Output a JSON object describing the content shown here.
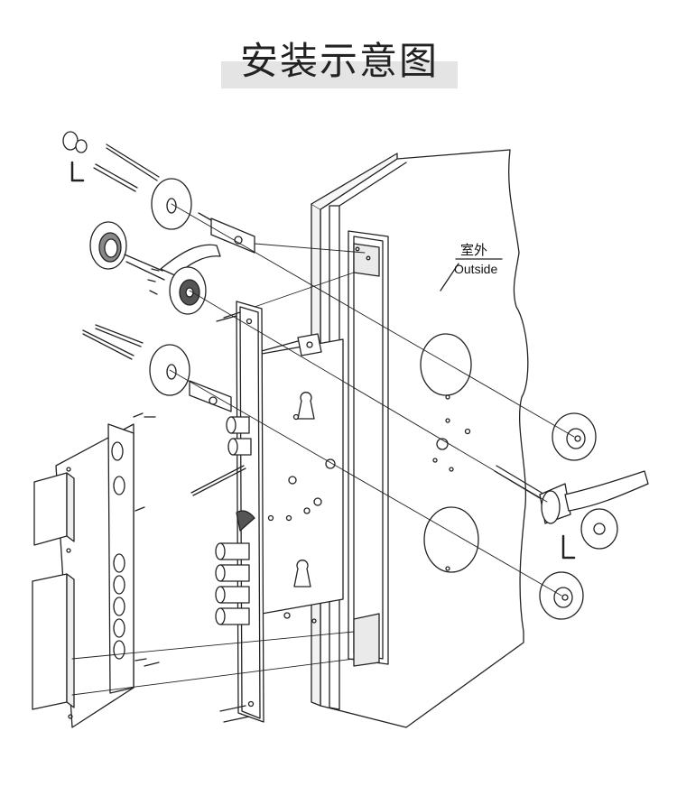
{
  "title": "安装示意图",
  "labels": {
    "outside_cn": "室外",
    "outside_en": "Outside"
  },
  "colors": {
    "title_band": "#e4e4e4",
    "line": "#222222",
    "shade": "#d6d6d6",
    "dark": "#444444"
  }
}
